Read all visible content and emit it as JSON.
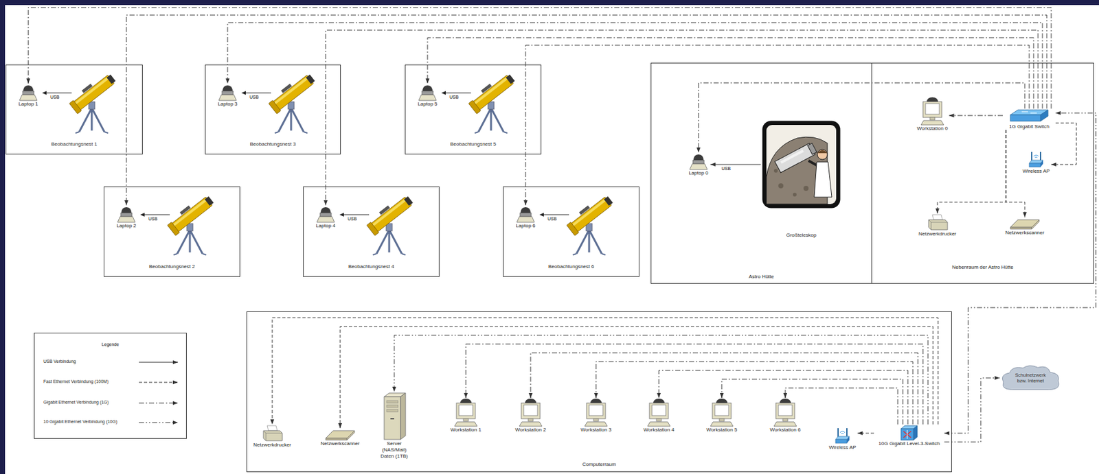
{
  "diagram": {
    "nodes": [
      {
        "text": [
          "Beobachtungsnest 1"
        ]
      },
      {
        "text": [
          "Laptop 1"
        ],
        "in": 0
      },
      {
        "text": [
          "Beobachtungsnest 3"
        ]
      },
      {
        "text": [
          "Laptop 3"
        ],
        "in": 2
      },
      {
        "text": [
          "Beobachtungsnest 5"
        ]
      },
      {
        "text": [
          "Laptop 5"
        ],
        "in": 4
      },
      {
        "text": [
          "Astro Hütte"
        ]
      },
      {
        "text": [
          "Laptop 0"
        ],
        "in": 6
      },
      {
        "text": [
          "Großteleskop"
        ],
        "in": 6
      },
      {
        "text": [
          "Nebenraum der Astro Hütte"
        ]
      },
      {
        "text": [
          "Workstation 0"
        ],
        "in": 9
      },
      {
        "text": [
          "1G Gigabit Switch"
        ],
        "in": 9
      },
      {
        "text": [
          "Wireless AP"
        ],
        "in": 9
      },
      {
        "text": [
          "Netzwerkdrucker"
        ],
        "in": 9
      },
      {
        "text": [
          "Netzwerkscanner"
        ],
        "in": 9
      },
      {
        "text": [
          "Beobachtungsnest 2"
        ]
      },
      {
        "text": [
          "Laptop 2"
        ],
        "in": 15
      },
      {
        "text": [
          "Beobachtungsnest 4"
        ]
      },
      {
        "text": [
          "Laptop 4"
        ],
        "in": 17
      },
      {
        "text": [
          "Beobachtungsnest 6"
        ]
      },
      {
        "text": [
          "Laptop 6"
        ],
        "in": 19
      },
      {
        "text": [
          "Computerraum"
        ]
      },
      {
        "text": [
          "Netzwerkdrucker"
        ],
        "in": 21
      },
      {
        "text": [
          "Netzwerkscanner"
        ],
        "in": 21
      },
      {
        "text": [
          "Server (NAS/Mail) Daten (1TB)"
        ],
        "in": 21
      },
      {
        "text": [
          "Workstation 1"
        ],
        "in": 21
      },
      {
        "text": [
          "Workstation 2"
        ],
        "in": 21
      },
      {
        "text": [
          "Workstation 3"
        ],
        "in": 21
      },
      {
        "text": [
          "Workstation 4"
        ],
        "in": 21
      },
      {
        "text": [
          "Workstation 5"
        ],
        "in": 21
      },
      {
        "text": [
          "Workstation 6"
        ],
        "in": 21
      },
      {
        "text": [
          "Wireless AP"
        ],
        "in": 21
      },
      {
        "text": [
          "10G Gigabit Level-3-Switch"
        ],
        "in": 21
      },
      {
        "text": [
          "Schulnetzwerk bzw. Internet"
        ]
      }
    ],
    "edges": [
      {
        "from": 8,
        "to": 7,
        "label": "USB",
        "arrow": "to"
      },
      {
        "from": 11,
        "to": 1,
        "arrow": "to"
      },
      {
        "from": 11,
        "to": 16,
        "arrow": "to"
      },
      {
        "from": 11,
        "to": 3,
        "arrow": "to"
      },
      {
        "from": 11,
        "to": 18,
        "arrow": "to"
      },
      {
        "from": 11,
        "to": 5,
        "arrow": "to"
      },
      {
        "from": 11,
        "to": 20,
        "arrow": "to"
      },
      {
        "from": 11,
        "to": 7,
        "arrow": "to"
      },
      {
        "from": 11,
        "to": 10,
        "arrow": "to"
      },
      {
        "from": 11,
        "to": 12,
        "arrow": "to"
      },
      {
        "from": 11,
        "to": 13,
        "arrow": "to"
      },
      {
        "from": 11,
        "to": 14,
        "arrow": "to"
      },
      {
        "from": 32,
        "to": 22,
        "arrow": "to"
      },
      {
        "from": 32,
        "to": 23,
        "arrow": "to"
      },
      {
        "from": 32,
        "to": 24,
        "arrow": "to"
      },
      {
        "from": 32,
        "to": 25,
        "arrow": "to"
      },
      {
        "from": 32,
        "to": 26,
        "arrow": "to"
      },
      {
        "from": 32,
        "to": 27,
        "arrow": "to"
      },
      {
        "from": 32,
        "to": 28,
        "arrow": "to"
      },
      {
        "from": 32,
        "to": 29,
        "arrow": "to"
      },
      {
        "from": 32,
        "to": 30,
        "arrow": "to"
      },
      {
        "from": 32,
        "to": 31,
        "arrow": "to"
      },
      {
        "from": 32,
        "to": 11,
        "arrow": "both"
      },
      {
        "from": 32,
        "to": 33,
        "arrow": "to"
      }
    ],
    "labels": [
      "USB",
      "USB",
      "USB",
      "USB",
      "USB",
      "USB",
      "Legende"
    ],
    "legend": [
      {
        "text": "USB Verbindung"
      },
      {
        "text": "Fast Ethernet Verbindung (100M)"
      },
      {
        "text": "Gigabit Ethernet Verbindung (1G)"
      },
      {
        "text": "10 Gigabit Ethernet Verbindung (10G)"
      }
    ]
  }
}
